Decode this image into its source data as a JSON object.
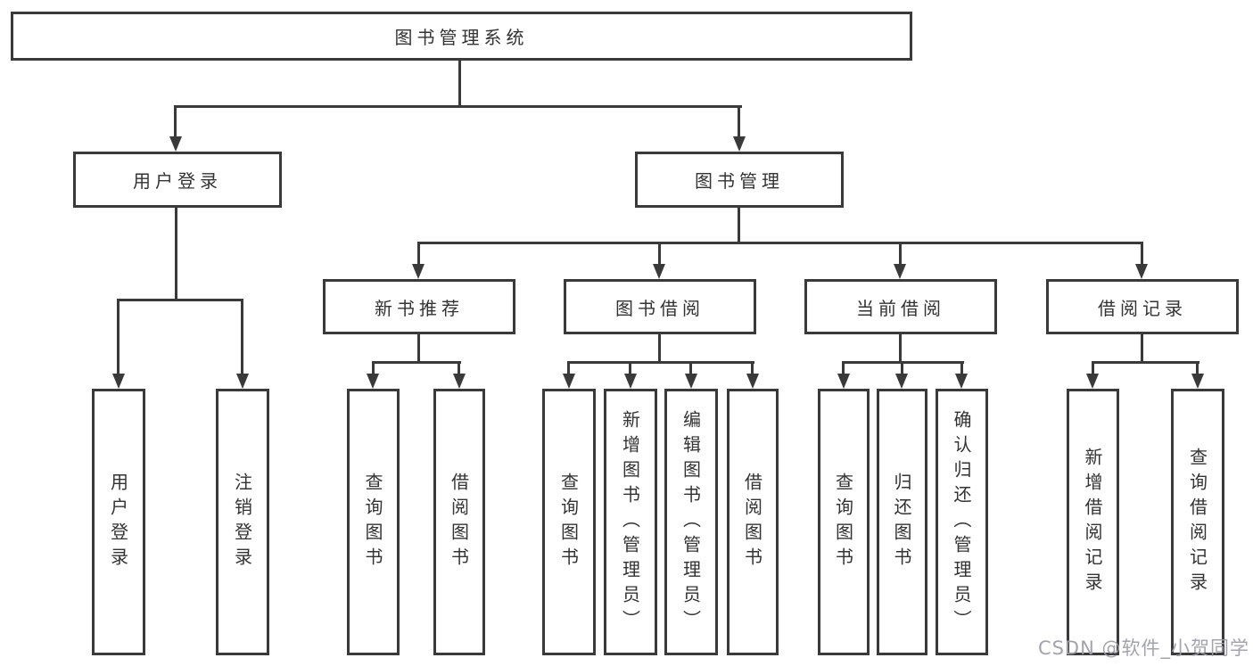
{
  "colors": {
    "line": "#3a3a3a",
    "box_border": "#3a3a3a",
    "text": "#333333",
    "background": "#ffffff",
    "watermark": "#9e9ea8"
  },
  "tree": {
    "label": "图书管理系统",
    "children": [
      {
        "label": "用户登录",
        "children": [
          {
            "label": "用户登录"
          },
          {
            "label": "注销登录"
          }
        ]
      },
      {
        "label": "图书管理",
        "children": [
          {
            "label": "新书推荐",
            "children": [
              {
                "label": "查询图书"
              },
              {
                "label": "借阅图书"
              }
            ]
          },
          {
            "label": "图书借阅",
            "children": [
              {
                "label": "查询图书"
              },
              {
                "label": "新增图书（管理员）"
              },
              {
                "label": "编辑图书（管理员）"
              },
              {
                "label": "借阅图书"
              }
            ]
          },
          {
            "label": "当前借阅",
            "children": [
              {
                "label": "查询图书"
              },
              {
                "label": "归还图书"
              },
              {
                "label": "确认归还（管理员）"
              }
            ]
          },
          {
            "label": "借阅记录",
            "children": [
              {
                "label": "新增借阅记录"
              },
              {
                "label": "查询借阅记录"
              }
            ]
          }
        ]
      }
    ]
  },
  "watermark": {
    "text": "CSDN @软件_小贺同学"
  }
}
